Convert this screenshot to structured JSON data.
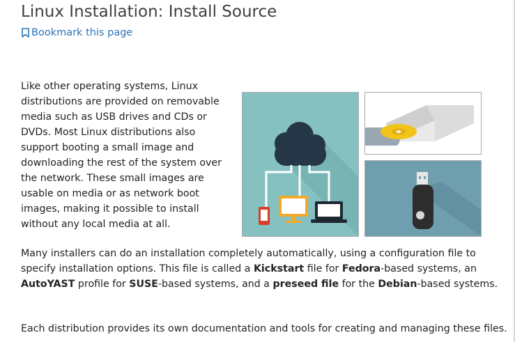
{
  "page": {
    "title": "Linux Installation: Install Source",
    "bookmark_label": "Bookmark this page"
  },
  "content": {
    "intro": "Like other operating systems, Linux distributions are provided on removable media such as USB drives and CDs or DVDs. Most Linux distributions also support booting a small image and downloading the rest of the system over the network. These small images are usable on media or as network boot images, making it possible to install without any local media at all.",
    "p2": {
      "t1": "Many installers can do an installation completely automatically, using a configuration file to specify installation options. This file is called a ",
      "b1": "Kickstart",
      "t2": " file for ",
      "b2": "Fedora",
      "t3": "-based systems, an ",
      "b3": "AutoYAST",
      "t4": " profile for ",
      "b4": "SUSE",
      "t5": "-based systems, and a ",
      "b5": "preseed file",
      "t6": " for the ",
      "b6": "Debian",
      "t7": "-based systems."
    },
    "p3": "Each distribution provides its own documentation and tools for creating and managing these files."
  },
  "icons": {
    "bookmark": "bookmark-icon",
    "network_image": "network-install-illustration",
    "drive_image": "optical-drive-illustration",
    "usb_image": "usb-drive-illustration"
  },
  "colors": {
    "link": "#2a73b8",
    "title": "#3f3f3f",
    "network_bg": "#85c1c0",
    "usb_bg": "#6f9fae"
  }
}
